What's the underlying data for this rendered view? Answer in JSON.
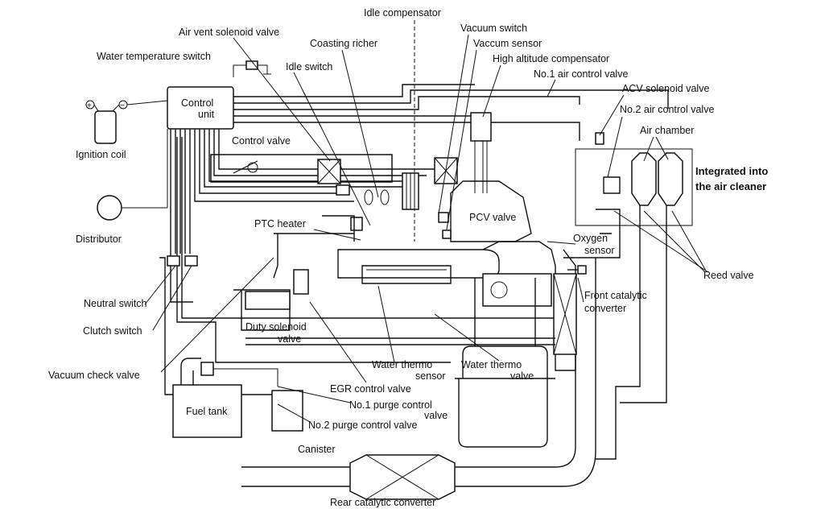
{
  "labels": {
    "idle_compensator": "Idle compensator",
    "vacuum_switch": "Vacuum switch",
    "air_vent_solenoid_valve": "Air vent solenoid valve",
    "vaccum_sensor": "Vaccum sensor",
    "coasting_richer": "Coasting richer",
    "water_temperature_switch": "Water temperature switch",
    "high_altitude_compensator": "High altitude compensator",
    "idle_switch": "Idle switch",
    "no1_air_control_valve": "No.1 air control valve",
    "acv_solenoid_valve": "ACV solenoid valve",
    "control_unit_1": "Control",
    "control_unit_2": "unit",
    "no2_air_control_valve": "No.2 air control valve",
    "ignition_coil": "Ignition coil",
    "air_chamber": "Air chamber",
    "control_valve": "Control valve",
    "integrated_1": "Integrated into",
    "integrated_2": "the air cleaner",
    "pcv_valve": "PCV valve",
    "ptc_heater": "PTC heater",
    "distributor": "Distributor",
    "oxygen_sensor_1": "Oxygen",
    "oxygen_sensor_2": "sensor",
    "reed_valve": "Reed valve",
    "front_cat_1": "Front catalytic",
    "front_cat_2": "converter",
    "neutral_switch": "Neutral switch",
    "clutch_switch": "Clutch switch",
    "duty_solenoid_1": "Duty solenoid",
    "duty_solenoid_2": "valve",
    "water_thermo_sensor_1": "Water thermo",
    "water_thermo_sensor_2": "sensor",
    "water_thermo_valve_1": "Water thermo",
    "water_thermo_valve_2": "valve",
    "vacuum_check_valve": "Vacuum check valve",
    "egr_control_valve": "EGR control valve",
    "no1_purge_1": "No.1 purge control",
    "no1_purge_2": "valve",
    "fuel_tank": "Fuel tank",
    "no2_purge_control_valve": "No.2 purge control valve",
    "canister": "Canister",
    "rear_catalytic_converter": "Rear catalytic converter",
    "plus": "+",
    "minus": "−"
  }
}
